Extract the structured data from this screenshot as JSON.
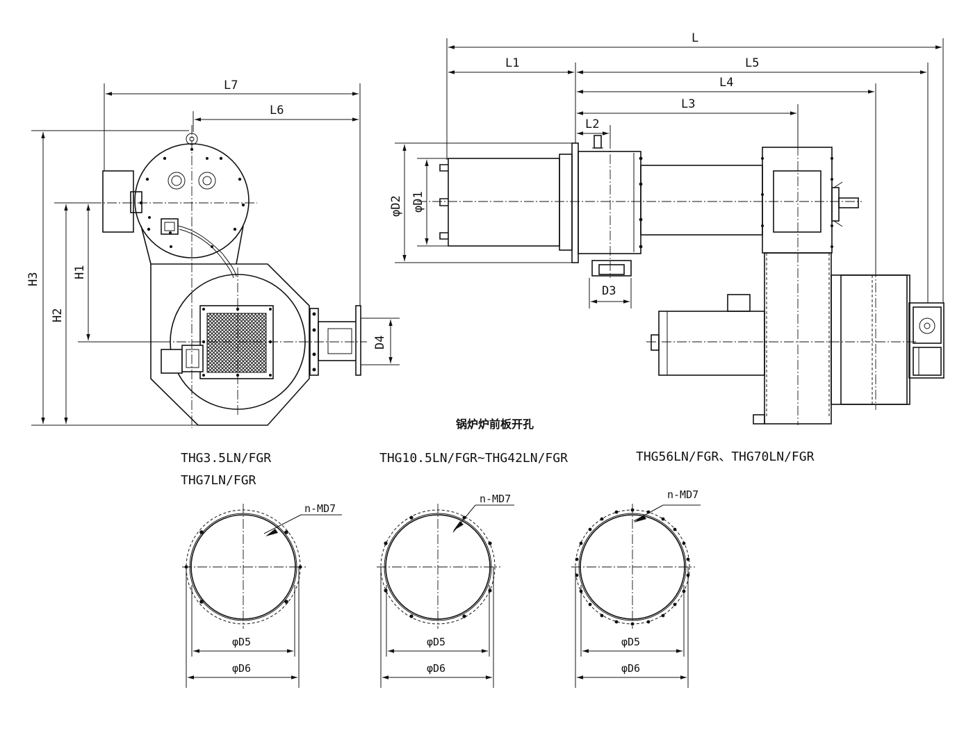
{
  "dimension_labels": {
    "L": "L",
    "L1": "L1",
    "L2": "L2",
    "L3": "L3",
    "L4": "L4",
    "L5": "L5",
    "L6": "L6",
    "L7": "L7",
    "H1": "H1",
    "H2": "H2",
    "H3": "H3",
    "D1": "φD1",
    "D2": "φD2",
    "D3": "D3",
    "D4": "D4"
  },
  "section_title": "锅炉炉前板开孔",
  "variants": [
    {
      "models": [
        "THG3.5LN/FGR",
        "THG7LN/FGR"
      ],
      "hole_label": "n-MD7",
      "d5": "φD5",
      "d6": "φD6"
    },
    {
      "models": [
        "THG10.5LN/FGR~THG42LN/FGR"
      ],
      "hole_label": "n-MD7",
      "d5": "φD5",
      "d6": "φD6"
    },
    {
      "models": [
        "THG56LN/FGR、THG70LN/FGR"
      ],
      "hole_label": "n-MD7",
      "d5": "φD5",
      "d6": "φD6"
    }
  ]
}
